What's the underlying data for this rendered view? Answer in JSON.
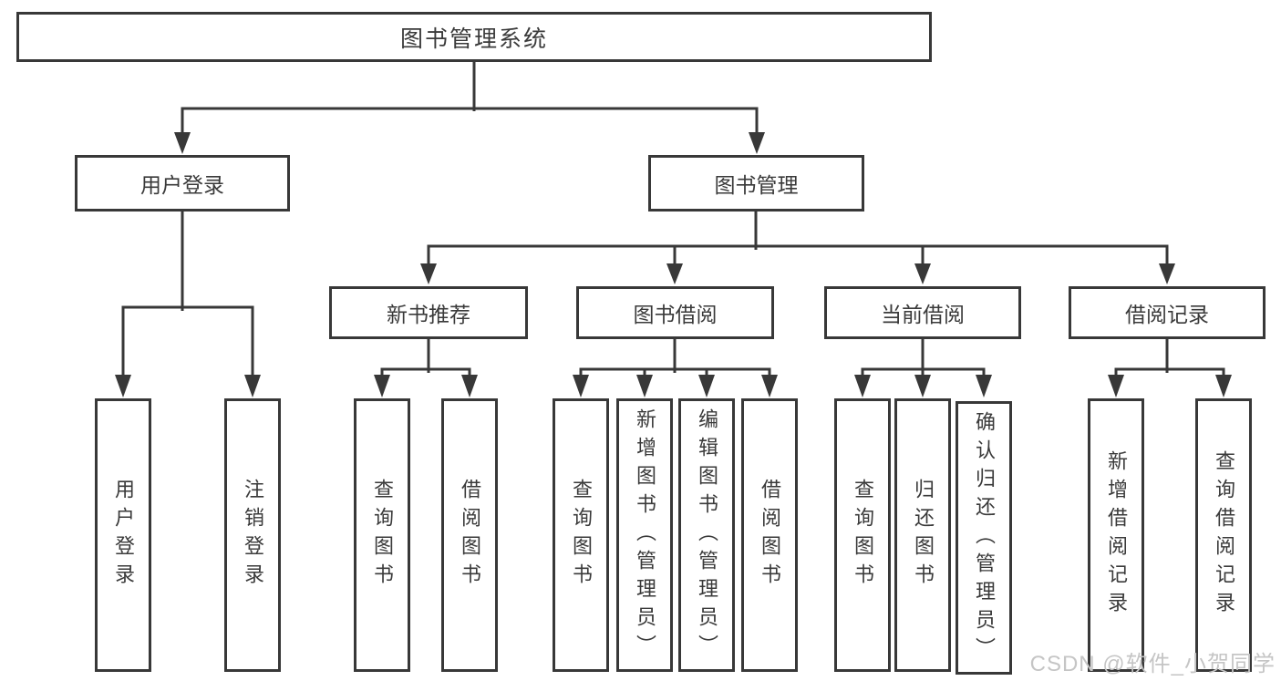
{
  "tree": {
    "root": {
      "label": "图书管理系统"
    },
    "login": {
      "label": "用户登录",
      "children": [
        {
          "label": "用户登录"
        },
        {
          "label": "注销登录"
        }
      ]
    },
    "management": {
      "label": "图书管理",
      "groups": [
        {
          "label": "新书推荐",
          "children": [
            {
              "label": "查询图书"
            },
            {
              "label": "借阅图书"
            }
          ]
        },
        {
          "label": "图书借阅",
          "children": [
            {
              "label": "查询图书"
            },
            {
              "label": "新增图书（管理员）"
            },
            {
              "label": "编辑图书（管理员）"
            },
            {
              "label": "借阅图书"
            }
          ]
        },
        {
          "label": "当前借阅",
          "children": [
            {
              "label": "查询图书"
            },
            {
              "label": "归还图书"
            },
            {
              "label": "确认归还（管理员）"
            }
          ]
        },
        {
          "label": "借阅记录",
          "children": [
            {
              "label": "新增借阅记录"
            },
            {
              "label": "查询借阅记录"
            }
          ]
        }
      ]
    }
  },
  "watermark": {
    "text": "CSDN @软件_小贺同学"
  },
  "colors": {
    "line": "#383838",
    "box_border": "#383838",
    "box_background": "#ffffff",
    "text": "#3a3a3a",
    "watermark": "#c5c5c5"
  }
}
